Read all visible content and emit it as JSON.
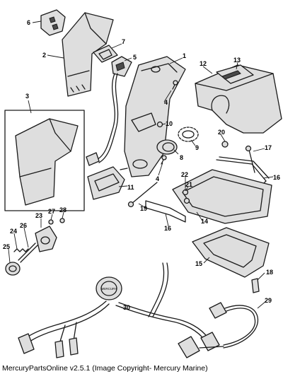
{
  "caption": "MercuryPartsOnline v2.5.1 (Image Copyright- Mercury Marine)",
  "callouts": [
    {
      "id": "c1",
      "label": "1"
    },
    {
      "id": "c2",
      "label": "2"
    },
    {
      "id": "c3",
      "label": "3"
    },
    {
      "id": "c4a",
      "label": "4"
    },
    {
      "id": "c4b",
      "label": "4"
    },
    {
      "id": "c5",
      "label": "5"
    },
    {
      "id": "c6",
      "label": "6"
    },
    {
      "id": "c7",
      "label": "7"
    },
    {
      "id": "c8",
      "label": "8"
    },
    {
      "id": "c9",
      "label": "9"
    },
    {
      "id": "c10",
      "label": "10"
    },
    {
      "id": "c11",
      "label": "11"
    },
    {
      "id": "c12",
      "label": "12"
    },
    {
      "id": "c13",
      "label": "13"
    },
    {
      "id": "c14",
      "label": "14"
    },
    {
      "id": "c15",
      "label": "15"
    },
    {
      "id": "c16a",
      "label": "16"
    },
    {
      "id": "c16b",
      "label": "16"
    },
    {
      "id": "c17",
      "label": "17"
    },
    {
      "id": "c18",
      "label": "18"
    },
    {
      "id": "c19",
      "label": "19"
    },
    {
      "id": "c20",
      "label": "20"
    },
    {
      "id": "c21",
      "label": "21"
    },
    {
      "id": "c22",
      "label": "22"
    },
    {
      "id": "c23",
      "label": "23"
    },
    {
      "id": "c24",
      "label": "24"
    },
    {
      "id": "c25",
      "label": "25"
    },
    {
      "id": "c26",
      "label": "26"
    },
    {
      "id": "c27",
      "label": "27"
    },
    {
      "id": "c28",
      "label": "28"
    },
    {
      "id": "c29",
      "label": "29"
    },
    {
      "id": "c30",
      "label": "30"
    }
  ],
  "switch_plate_text": "MERCURY"
}
